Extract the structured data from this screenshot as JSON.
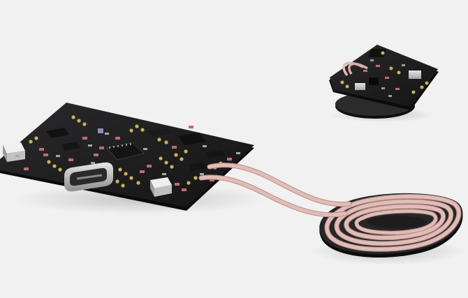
{
  "scene": {
    "background": "#f1f1f1",
    "objects": [
      "main-pcb-board",
      "usb-c-connector",
      "wireless-charging-coil",
      "receiver-pcb-board",
      "receiver-coil"
    ]
  },
  "colors": {
    "pcb": "#1b1b1d",
    "pcb_edge": "#0c0c0d",
    "copper_wire": "#e2bcb6",
    "copper_wire_shadow": "#b58f8a",
    "pad_gold": "#c9b25a",
    "resistor_red": "#c46a6a",
    "metal": "#c9c9c9",
    "coil_backing": "#262627"
  }
}
